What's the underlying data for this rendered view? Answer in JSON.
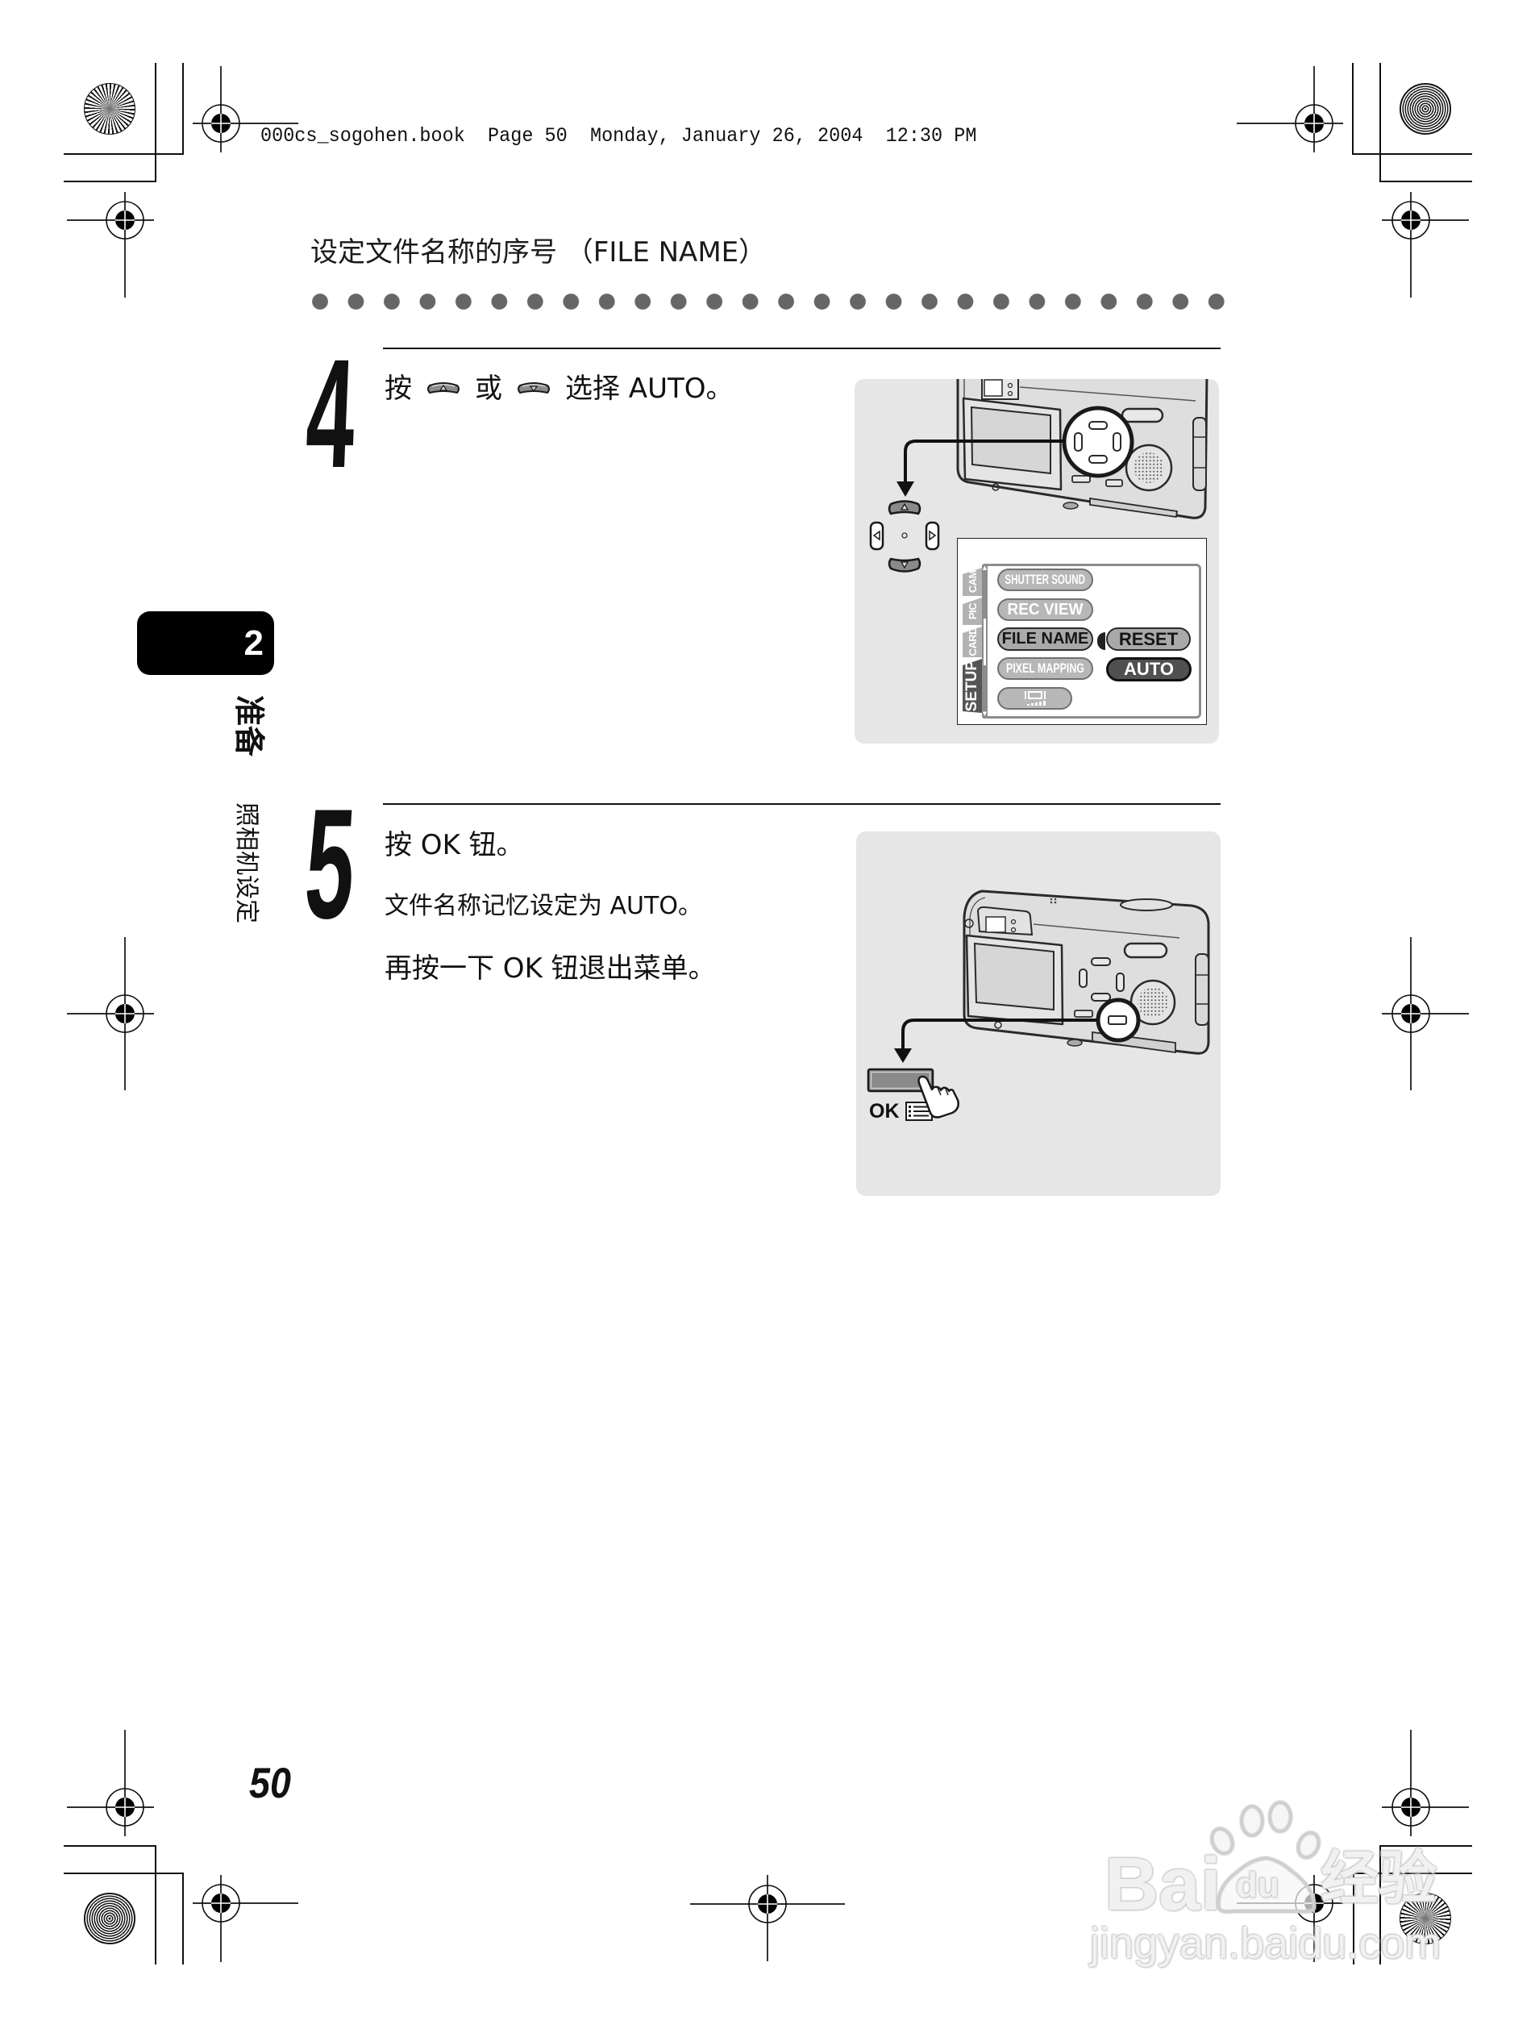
{
  "header": {
    "print_info": "000cs_sogohen.book  Page 50  Monday, January 26, 2004  12:30 PM"
  },
  "section": {
    "title": "设定文件名称的序号 （FILE NAME）"
  },
  "side_tab": {
    "chapter_number": "2",
    "chapter_title": "准备",
    "subsection": "照相机设定"
  },
  "steps": [
    {
      "number": "4",
      "text_parts": [
        "按",
        "或",
        "选择 AUTO。"
      ],
      "icons": [
        "arrow-up-button-icon",
        "arrow-down-button-icon"
      ]
    },
    {
      "number": "5",
      "lines": [
        "按 OK 钮。",
        "文件名称记忆设定为 AUTO。",
        "再按一下 OK 钮退出菜单。"
      ]
    }
  ],
  "figure_step4": {
    "menu_tabs": [
      "CAM",
      "PIC",
      "CARD",
      "SETUP"
    ],
    "active_tab": "SETUP",
    "menu_items": [
      "SHUTTER SOUND",
      "REC VIEW",
      "FILE NAME",
      "PIXEL MAPPING"
    ],
    "menu_icon_item": "monitor-brightness-icon",
    "selected_item": "FILE NAME",
    "options": [
      "RESET",
      "AUTO"
    ],
    "selected_option": "AUTO"
  },
  "figure_step5": {
    "button_label": "OK",
    "button_icon": "menu-list-icon"
  },
  "footer": {
    "page_number": "50"
  },
  "watermark": {
    "brand_prefix": "Bai",
    "brand_inner": "du",
    "brand_suffix": "经验",
    "url": "jingyan.baidu.com"
  },
  "colors": {
    "text": "#111111",
    "panel_background": "#e6e6e6",
    "dot_leader": "#666666",
    "chapter_tab": "#000000",
    "menu_pill": "#b7b7b7",
    "menu_pill_selected": "#a9a9a9",
    "menu_option_active": "#505050"
  }
}
